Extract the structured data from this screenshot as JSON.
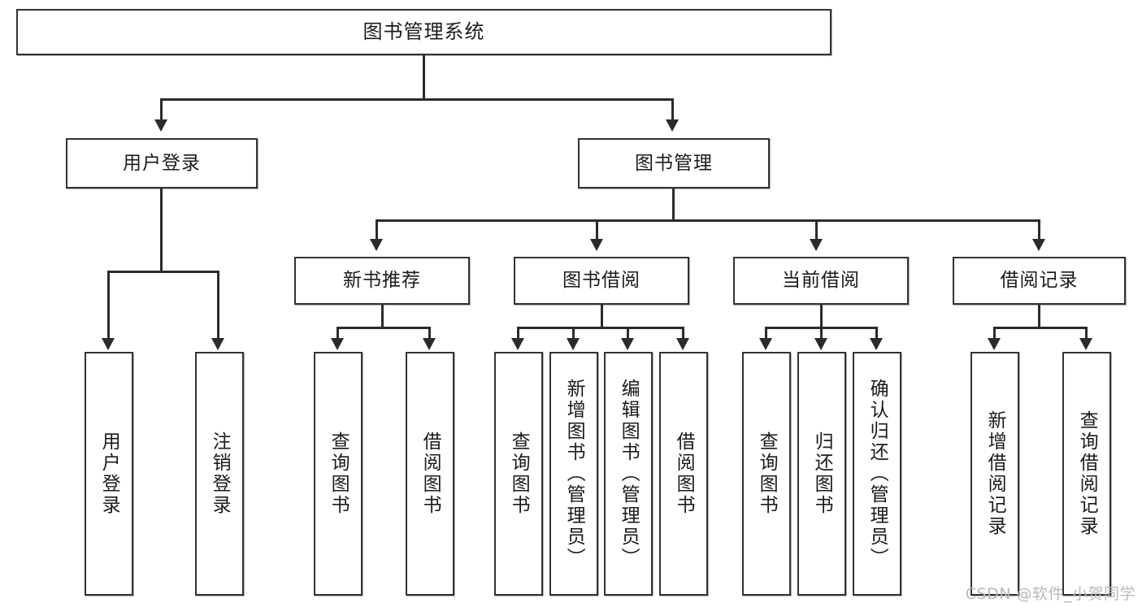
{
  "diagram": {
    "title": "图书管理系统",
    "type": "tree-hierarchy",
    "watermark": "CSDN @软件_小贺同学",
    "levels": {
      "root": "图书管理系统",
      "level2": [
        "用户登录",
        "图书管理"
      ],
      "level3": [
        "新书推荐",
        "图书借阅",
        "当前借阅",
        "借阅记录"
      ]
    }
  },
  "nodes": {
    "root": {
      "label": "图书管理系统"
    },
    "user_login": {
      "label": "用户登录"
    },
    "book_manage": {
      "label": "图书管理"
    },
    "new_book_rec": {
      "label": "新书推荐"
    },
    "book_borrow": {
      "label": "图书借阅"
    },
    "current_borrow": {
      "label": "当前借阅"
    },
    "borrow_record": {
      "label": "借阅记录"
    },
    "leaf_user_login": {
      "label": "用户登录"
    },
    "leaf_user_logout": {
      "label": "注销登录"
    },
    "leaf_rec_query": {
      "label": "查询图书"
    },
    "leaf_rec_borrow": {
      "label": "借阅图书"
    },
    "leaf_borrow_query": {
      "label": "查询图书"
    },
    "leaf_borrow_add": {
      "label": "新增图书（管理员）"
    },
    "leaf_borrow_edit": {
      "label": "编辑图书（管理员）"
    },
    "leaf_borrow_do": {
      "label": "借阅图书"
    },
    "leaf_cur_query": {
      "label": "查询图书"
    },
    "leaf_cur_return": {
      "label": "归还图书"
    },
    "leaf_cur_confirm": {
      "label": "确认归还（管理员）"
    },
    "leaf_rec_add": {
      "label": "新增借阅记录"
    },
    "leaf_rec_search": {
      "label": "查询借阅记录"
    }
  },
  "colors": {
    "box_border": "#333333",
    "connector": "#2b2b2b",
    "background": "#ffffff",
    "watermark": "#b9b9b9"
  },
  "footer": {
    "watermark": "CSDN @软件_小贺同学"
  }
}
